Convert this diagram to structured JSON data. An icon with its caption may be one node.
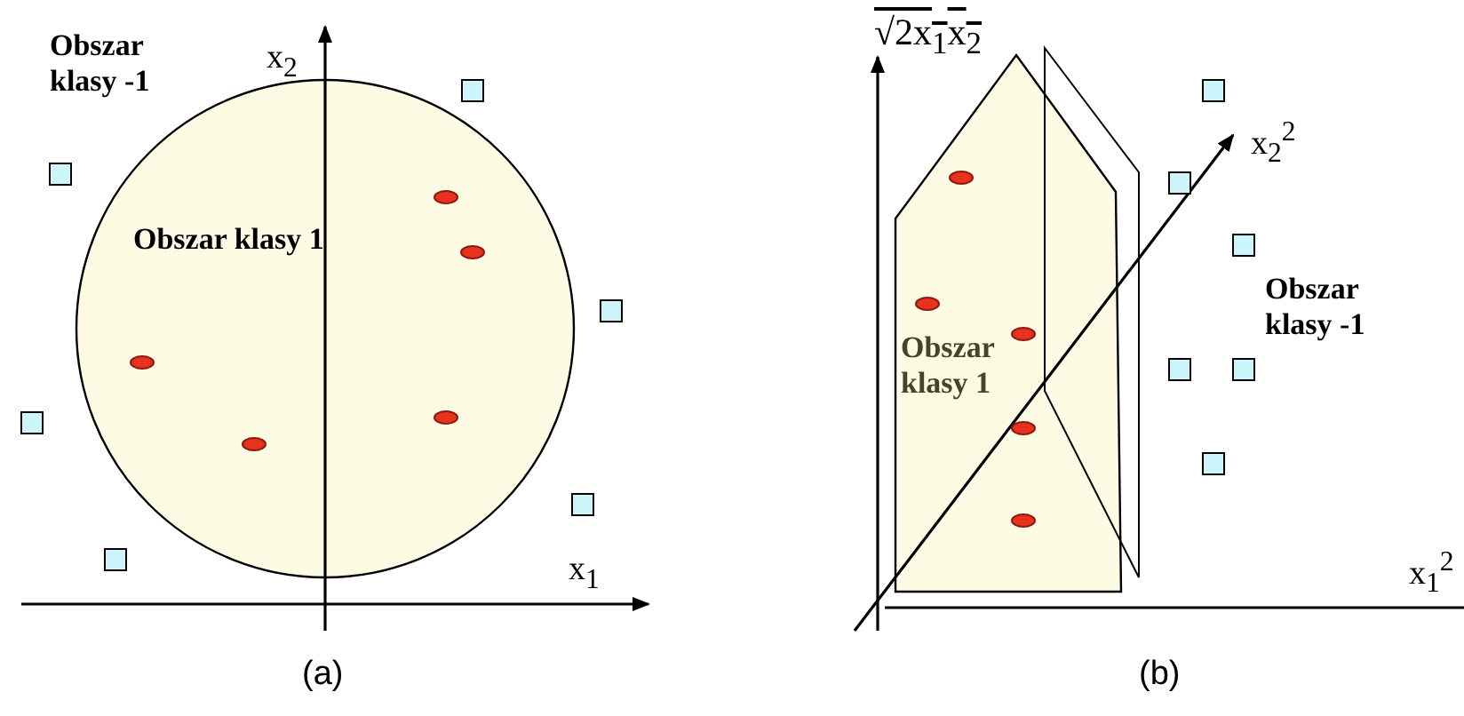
{
  "diagram": {
    "labels": [
      "Obszar klasy -1",
      "x$_{2}$",
      "Obszar klasy 1",
      "√2x$_{1}$x$_{2}$",
      "x$_{2}$$^{2}$",
      "Obszar klasy 1",
      "Obszar klasy -1",
      "x$_{1}$",
      "x$_{1}$$^{2}$",
      "(a)",
      "(b)"
    ]
  }
}
